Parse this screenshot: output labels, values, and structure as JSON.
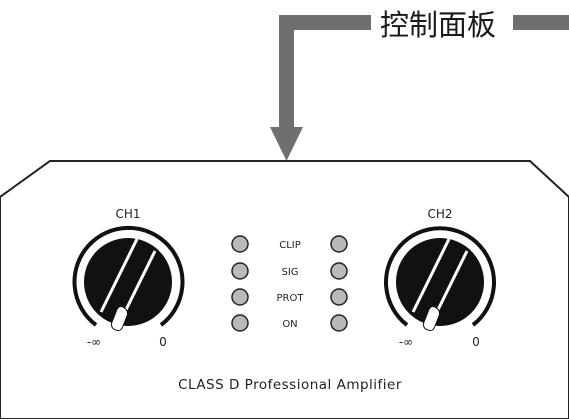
{
  "callout": {
    "label": "控制面板",
    "color": "#6f6f6f"
  },
  "panel": {
    "outline_color": "#222222",
    "brand_text": "CLASS D Professional Amplifier",
    "channels": [
      {
        "label": "CH1",
        "scale_min": "-∞",
        "scale_max": "0"
      },
      {
        "label": "CH2",
        "scale_min": "-∞",
        "scale_max": "0"
      }
    ],
    "indicators": [
      {
        "label": "CLIP"
      },
      {
        "label": "SIG"
      },
      {
        "label": "PROT"
      },
      {
        "label": "ON"
      }
    ],
    "led_color": "#b9b9b9",
    "knob_color": "#111111"
  }
}
